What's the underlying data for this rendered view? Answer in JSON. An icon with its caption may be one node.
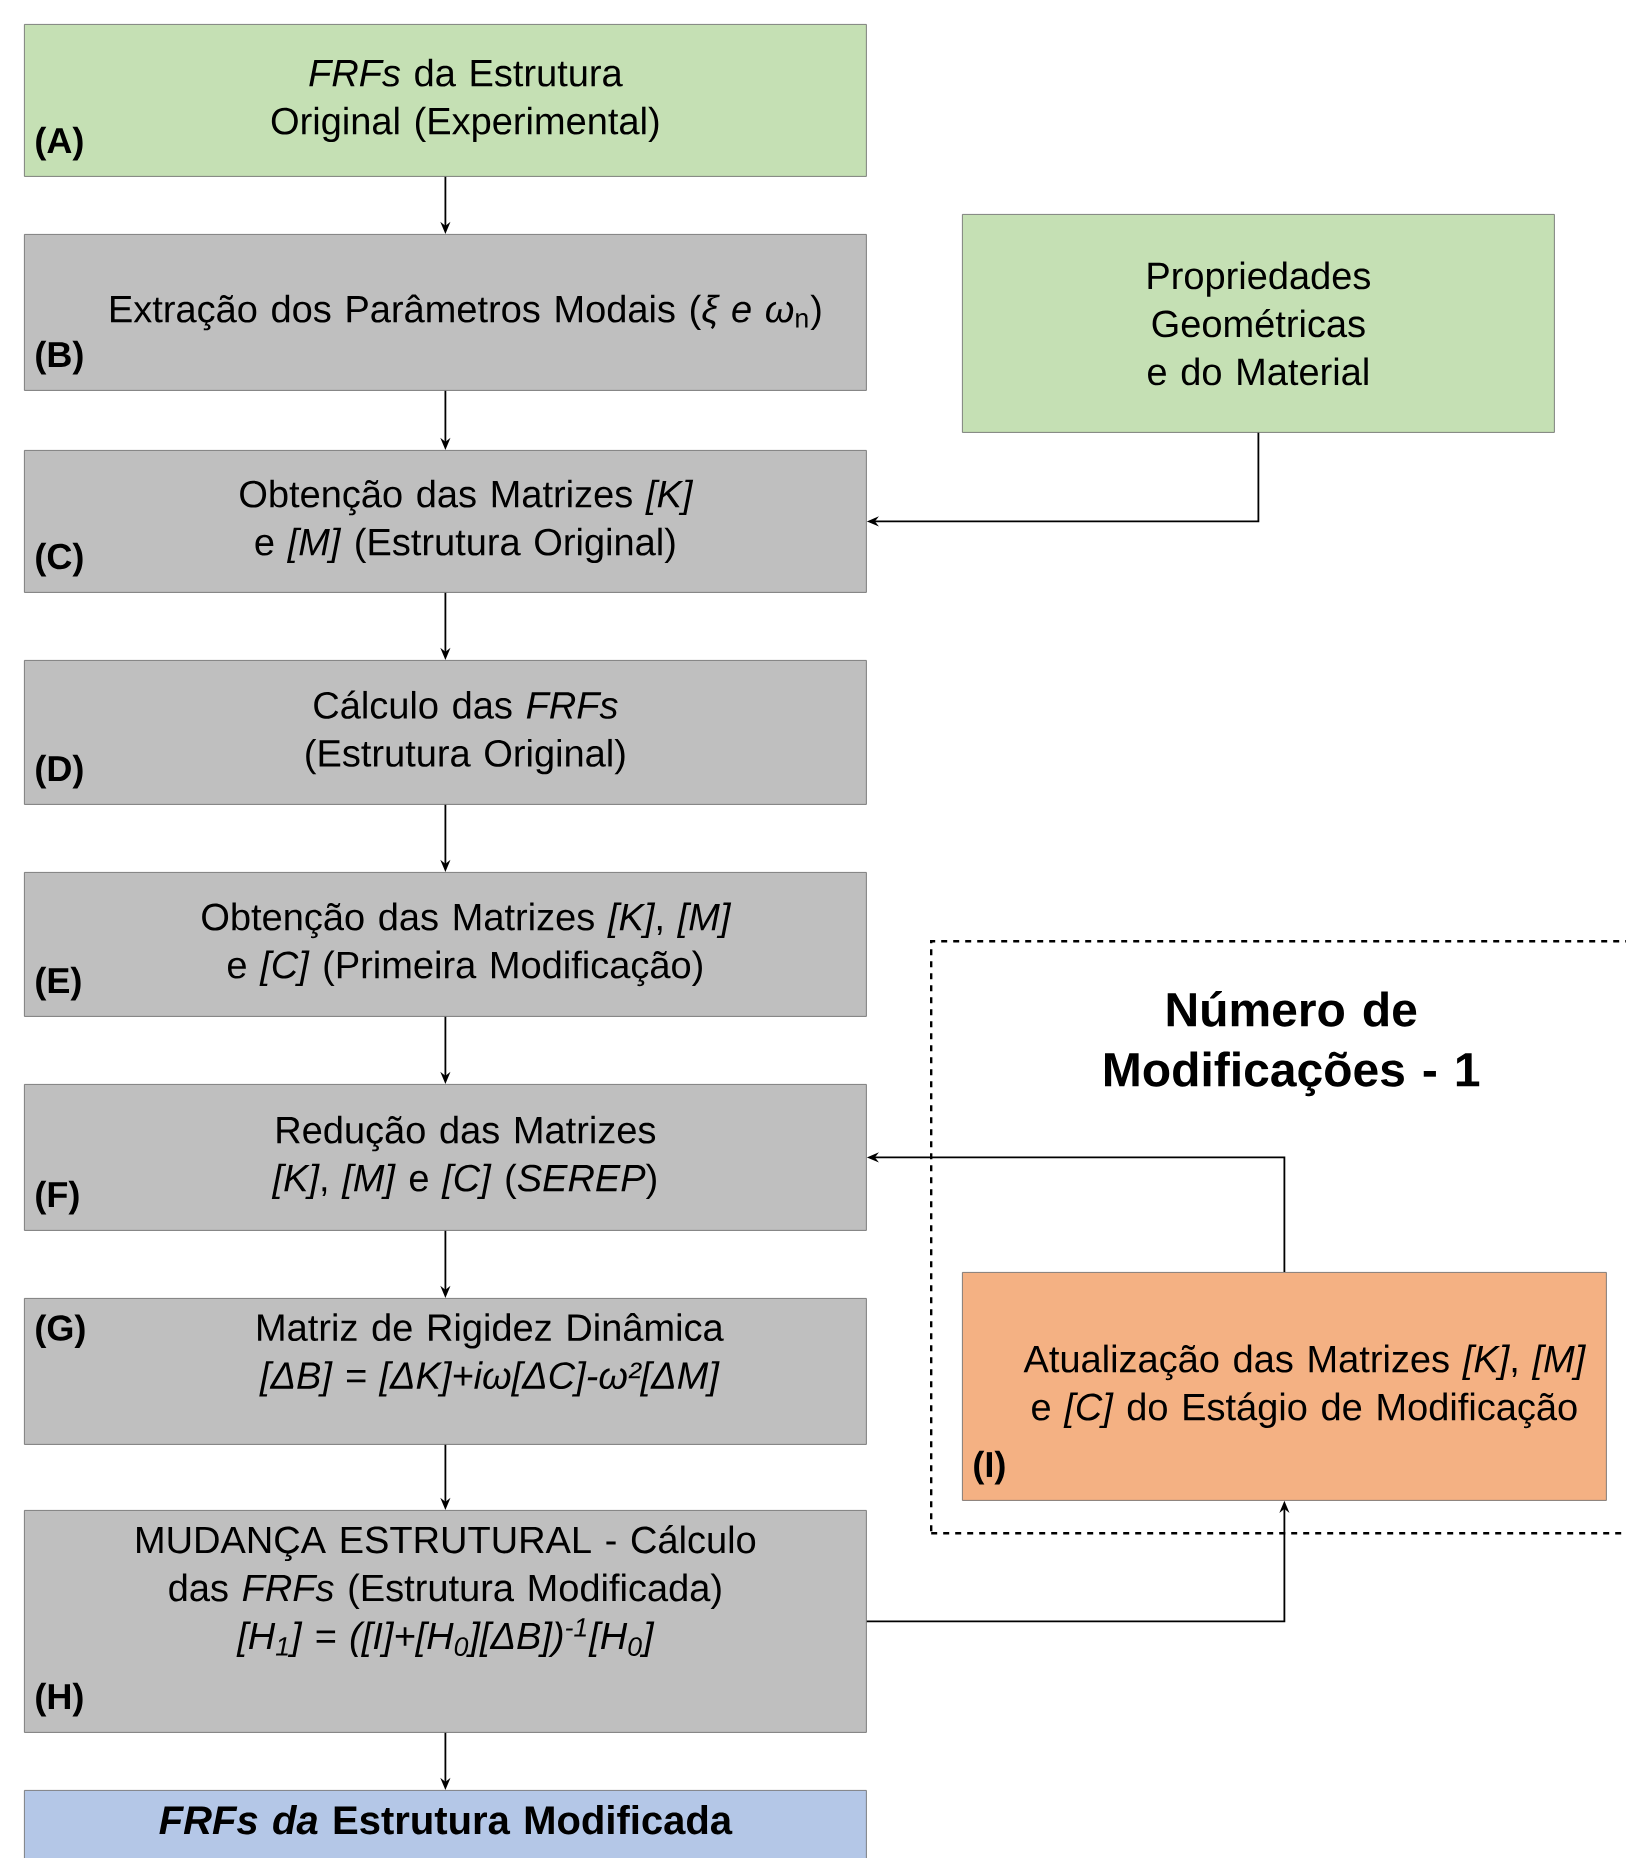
{
  "diagram": {
    "nodes": [
      {
        "text": [
          "(A)",
          "*FRFs* da Estrutura Original (Experimental)"
        ]
      },
      {
        "text": [
          "(B)",
          "Extração dos Parâmetros Modais (*ξ e ω*$_{n}$)"
        ]
      },
      {
        "text": [
          "Propriedades Geométricas e do Material"
        ]
      },
      {
        "text": [
          "(C)",
          "Obtenção das Matrizes *[K]* e *[M]* (Estrutura Original)"
        ]
      },
      {
        "text": [
          "(D)",
          "Cálculo das *FRFs* (Estrutura Original)"
        ]
      },
      {
        "text": [
          "(E)",
          "Obtenção das Matrizes *[K]*, *[M]* e *[C]* (Primeira Modificação)"
        ]
      },
      {
        "text": [
          "Número de Modificações - 1"
        ]
      },
      {
        "text": [
          "(F)",
          "Redução das Matrizes *[K]*, *[M]* e *[C]* (*SEREP*)"
        ]
      },
      {
        "text": [
          "(I)",
          "Atualização das Matrizes *[K]*, *[M]* e *[C]* do Estágio de Modificação"
        ],
        "in": 6
      },
      {
        "text": [
          "(G)",
          "Matriz de Rigidez Dinâmica",
          "[ΔB] = [ΔK]+iω[ΔC]-ω²[ΔM]"
        ]
      },
      {
        "text": [
          "(H)",
          "MUDANÇA ESTRUTURAL - Cálculo das *FRFs* (Estrutura Modificada)",
          "[H$_{1}$] = ([I]+[H$_{0}$][ΔB])$^{-1}$[H$_{0}$]"
        ]
      },
      {
        "text": [
          "*FRFs da* Estrutura Modificada"
        ]
      }
    ],
    "edges": [
      {
        "from": 0,
        "to": 1,
        "arrow": "to"
      },
      {
        "from": 1,
        "to": 3,
        "arrow": "to"
      },
      {
        "from": 2,
        "to": 3,
        "arrow": "to"
      },
      {
        "from": 3,
        "to": 4,
        "arrow": "to"
      },
      {
        "from": 4,
        "to": 5,
        "arrow": "to"
      },
      {
        "from": 5,
        "to": 7,
        "arrow": "to"
      },
      {
        "from": 7,
        "to": 9,
        "arrow": "to"
      },
      {
        "from": 9,
        "to": 10,
        "arrow": "to"
      },
      {
        "from": 10,
        "to": 11,
        "arrow": "to"
      },
      {
        "from": 10,
        "to": 8,
        "arrow": "to"
      },
      {
        "from": 8,
        "to": 7,
        "arrow": "to"
      }
    ]
  }
}
